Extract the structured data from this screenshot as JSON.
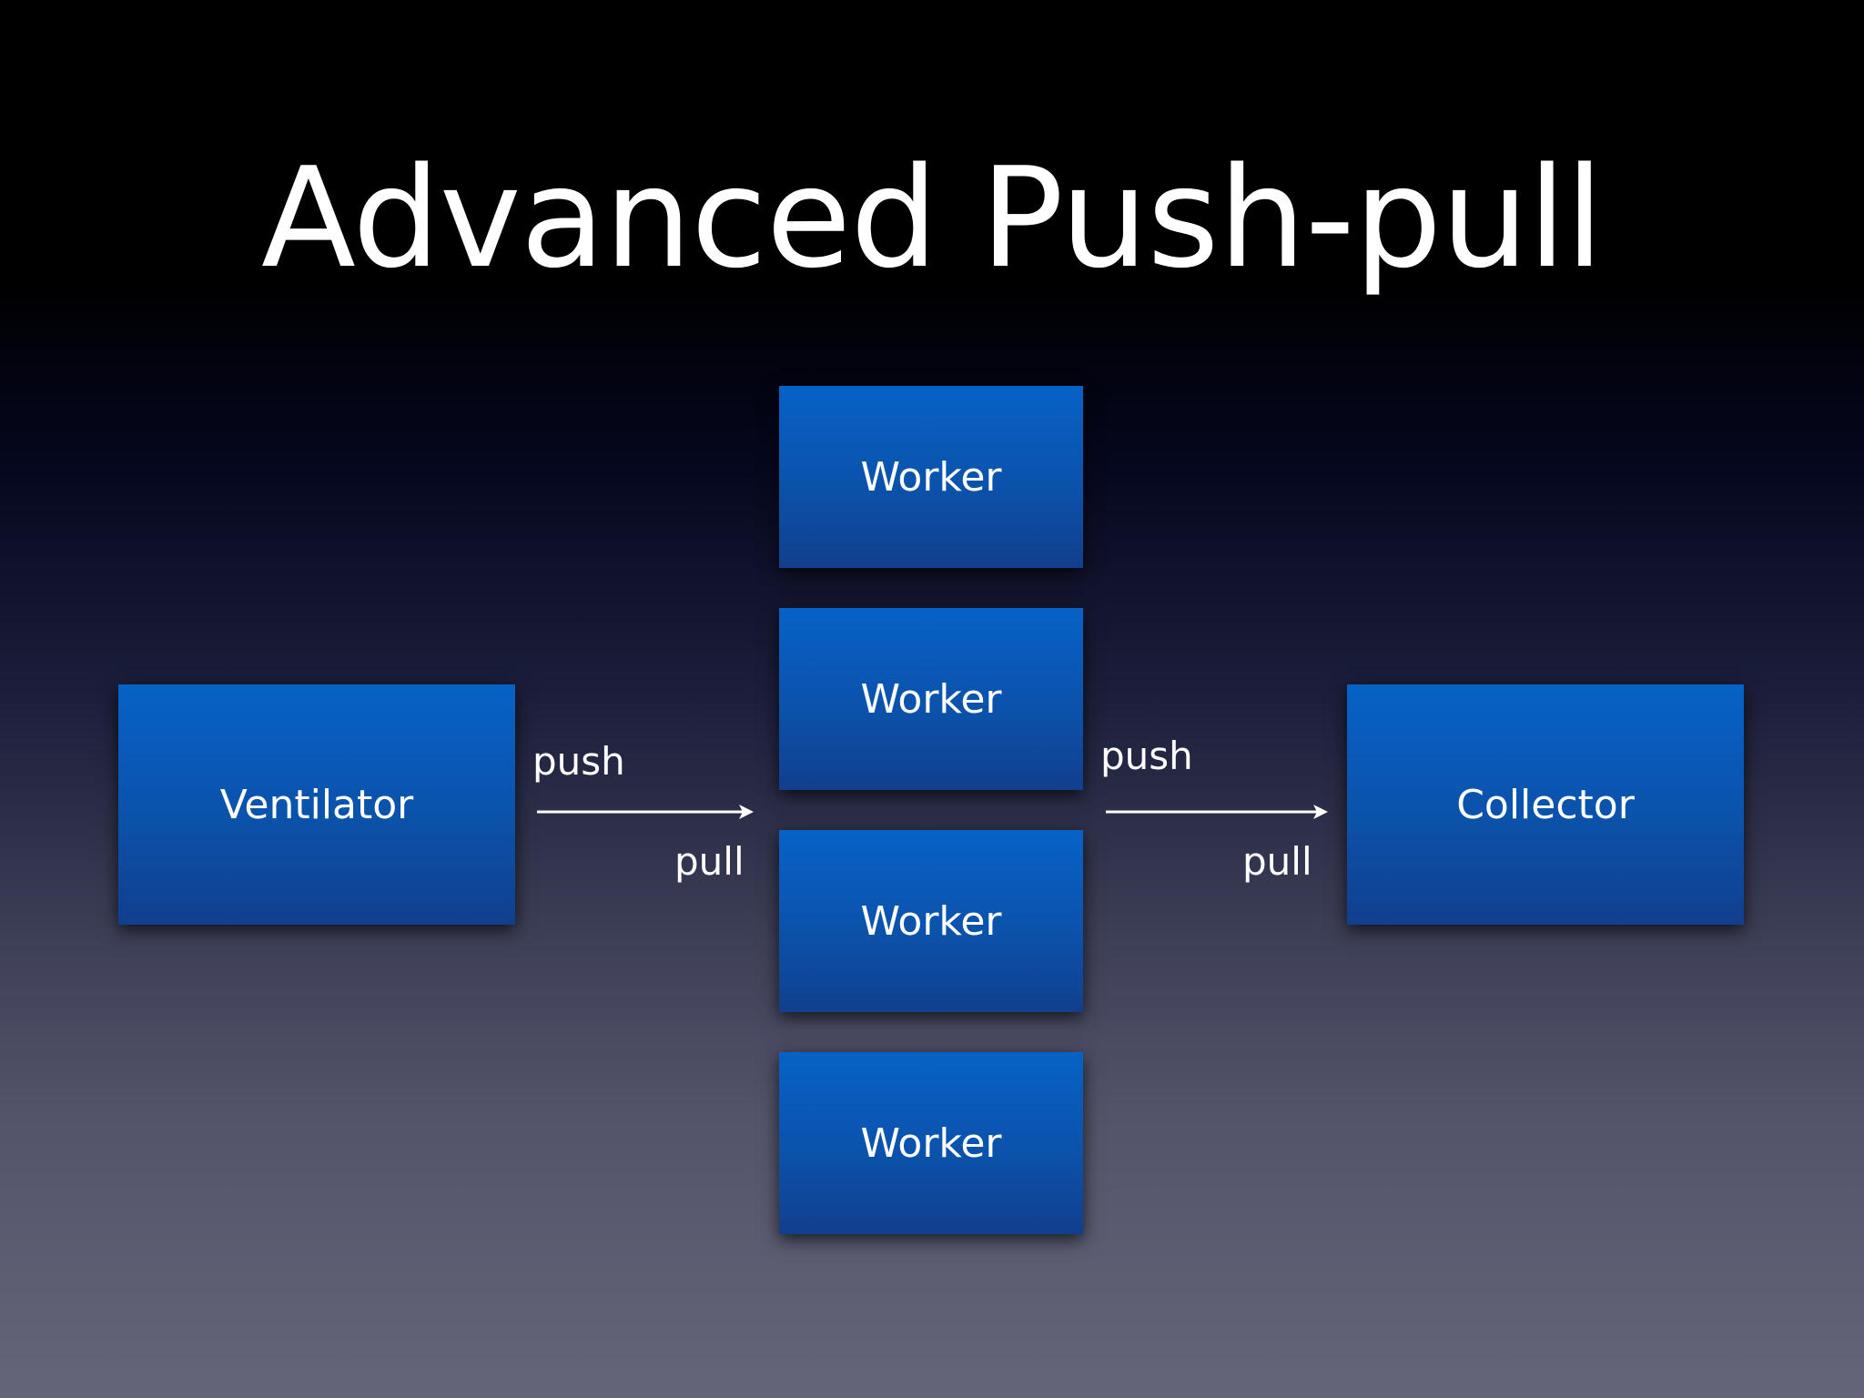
{
  "title": "Advanced Push-pull",
  "nodes": {
    "ventilator": "Ventilator",
    "collector": "Collector",
    "workers": [
      "Worker",
      "Worker",
      "Worker",
      "Worker"
    ]
  },
  "edges": [
    {
      "from": "Ventilator",
      "to": "Worker",
      "label_top": "push",
      "label_bottom": "pull"
    },
    {
      "from": "Worker",
      "to": "Collector",
      "label_top": "push",
      "label_bottom": "pull"
    }
  ],
  "colors": {
    "box": "#0b55b0",
    "text": "#ffffff",
    "background_top": "#000000",
    "background_bottom": "#646579"
  }
}
